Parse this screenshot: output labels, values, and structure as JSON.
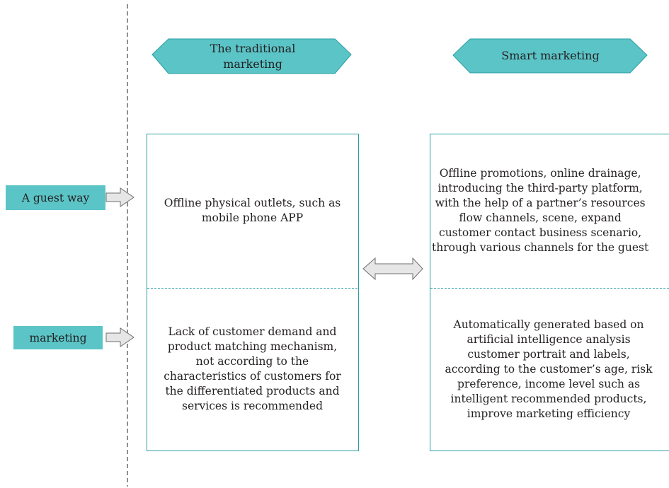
{
  "headers": {
    "traditional": "The traditional\nmarketing",
    "smart": "Smart marketing"
  },
  "side_labels": {
    "guest_way": "A guest way",
    "marketing": "marketing"
  },
  "traditional": {
    "guest_way": "Offline physical outlets, such as\nmobile phone APP",
    "marketing": "Lack of customer demand and\nproduct matching mechanism,\nnot according to the\ncharacteristics of customers for\nthe differentiated products and\nservices is recommended"
  },
  "smart": {
    "guest_way": "Offline promotions, online drainage,\nintroducing the third-party platform,\nwith the help of a partner’s resources\nflow channels, scene, expand\ncustomer contact business scenario,\nthrough various channels for the guest",
    "marketing": "Automatically generated based on\nartificial intelligence analysis\ncustomer portrait and labels,\naccording to the customer’s age, risk\npreference, income level such as\nintelligent recommended products,\nimprove marketing efficiency"
  },
  "colors": {
    "teal_fill": "#5bc4c7",
    "teal_line": "#2a9ea3",
    "arrow_fill": "#e6e6e6",
    "arrow_stroke": "#6d6e71",
    "text": "#231f20"
  }
}
